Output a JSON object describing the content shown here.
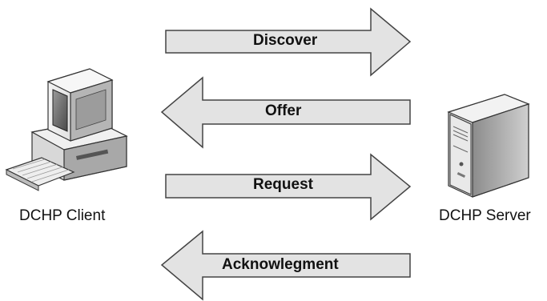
{
  "client": {
    "label": "DCHP Client"
  },
  "server": {
    "label": "DCHP Server"
  },
  "messages": [
    {
      "label": "Discover",
      "direction": "right"
    },
    {
      "label": "Offer",
      "direction": "left"
    },
    {
      "label": "Request",
      "direction": "right"
    },
    {
      "label": "Acknowlegment",
      "direction": "left"
    }
  ],
  "colors": {
    "arrow_fill": "#e3e3e3",
    "arrow_stroke": "#444444",
    "text": "#111111"
  }
}
